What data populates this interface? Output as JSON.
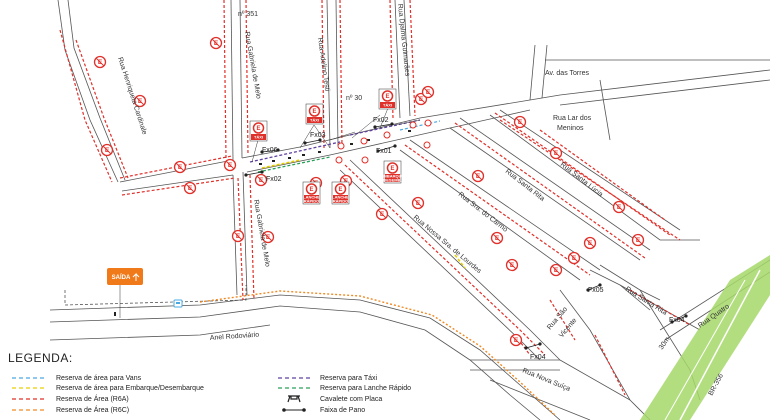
{
  "map": {
    "roads": {
      "no351": "nº 351",
      "rua_gabriela_melo_n": "Rua Gabriela de Melo",
      "rua_gabriela_melo_s": "Rua Gabriela de Melo",
      "rua_adelino_testi": "Rua Adelino Testi",
      "rua_djalma_guimaraes": "Rua Djalma Guimarães",
      "no30": "nº 30",
      "av_das_torres": "Av. das Torres",
      "rua_lar_dos_meninos_1": "Rua Lar dos",
      "rua_lar_dos_meninos_2": "Meninos",
      "rua_henriqueta_cardinale": "Rua Henriqueta Cardinale",
      "rua_santa_rita": "Rua Santa Rita",
      "rua_santa_lucia": "Rua Santa Lúcia",
      "rua_sra_do_carmo": "Rua Sra. do Carmo",
      "rua_nossa_sra_lourdes": "Rua Nossa Sra. de Lourdes",
      "rua_sao_vicente_1": "Rua São",
      "rua_sao_vicente_2": "Vicente",
      "rua_santa_rita_2": "Rua Santa Rita",
      "rua_quatro": "Rua Quatro",
      "rua_nova_suica": "Rua Nova Suíça",
      "anel_rodoviario": "Anel Rodoviário",
      "br356": "BR-356",
      "dist_30m": "30m"
    },
    "points": {
      "fx06": "Fx06",
      "fx03": "Fx03",
      "fx02_a": "Fx02",
      "fx02_b": "Fx02",
      "fx01": "Fx01",
      "fx05": "Fx05",
      "fx04_a": "Fx04",
      "fx04_b": "Fx04"
    },
    "exit_label": "SAÍDA",
    "signs": {
      "taxi": "TÁXI",
      "lanche_line1": "LANCHE",
      "lanche_line2": "RÁPIDO",
      "embarque_line1": "EMBARQUE",
      "embarque_line2": "DESEMB.",
      "no_parking": "E"
    }
  },
  "legend": {
    "title": "LEGENDA:",
    "items": [
      {
        "label": "Reserva de área para Vans",
        "color": "#4aa8e0",
        "style": "dash"
      },
      {
        "label": "Reserva de área para Embarque/Desembarque",
        "color": "#e8d000",
        "style": "dash"
      },
      {
        "label": "Reserva de Área (R6A)",
        "color": "#e0302a",
        "style": "dash"
      },
      {
        "label": "Reserva de Área (R6C)",
        "color": "#f08a24",
        "style": "dash"
      },
      {
        "label": "Reserva para Táxi",
        "color": "#6040a0",
        "style": "dash"
      },
      {
        "label": "Reserva para Lanche Rápido",
        "color": "#2aa05a",
        "style": "dash"
      },
      {
        "label": "Cavalete com Placa",
        "color": "#222222",
        "style": "cavalete"
      },
      {
        "label": "Faixa de Pano",
        "color": "#222222",
        "style": "faixa"
      }
    ]
  },
  "colors": {
    "road": "#555555",
    "r6a": "#e0302a",
    "r6c": "#f08a24",
    "taxi": "#6040a0",
    "lanche": "#2aa05a",
    "embarque": "#e8d000",
    "vans": "#4aa8e0",
    "highway_green": "#a6d86a",
    "exit_orange": "#f07a1a"
  }
}
